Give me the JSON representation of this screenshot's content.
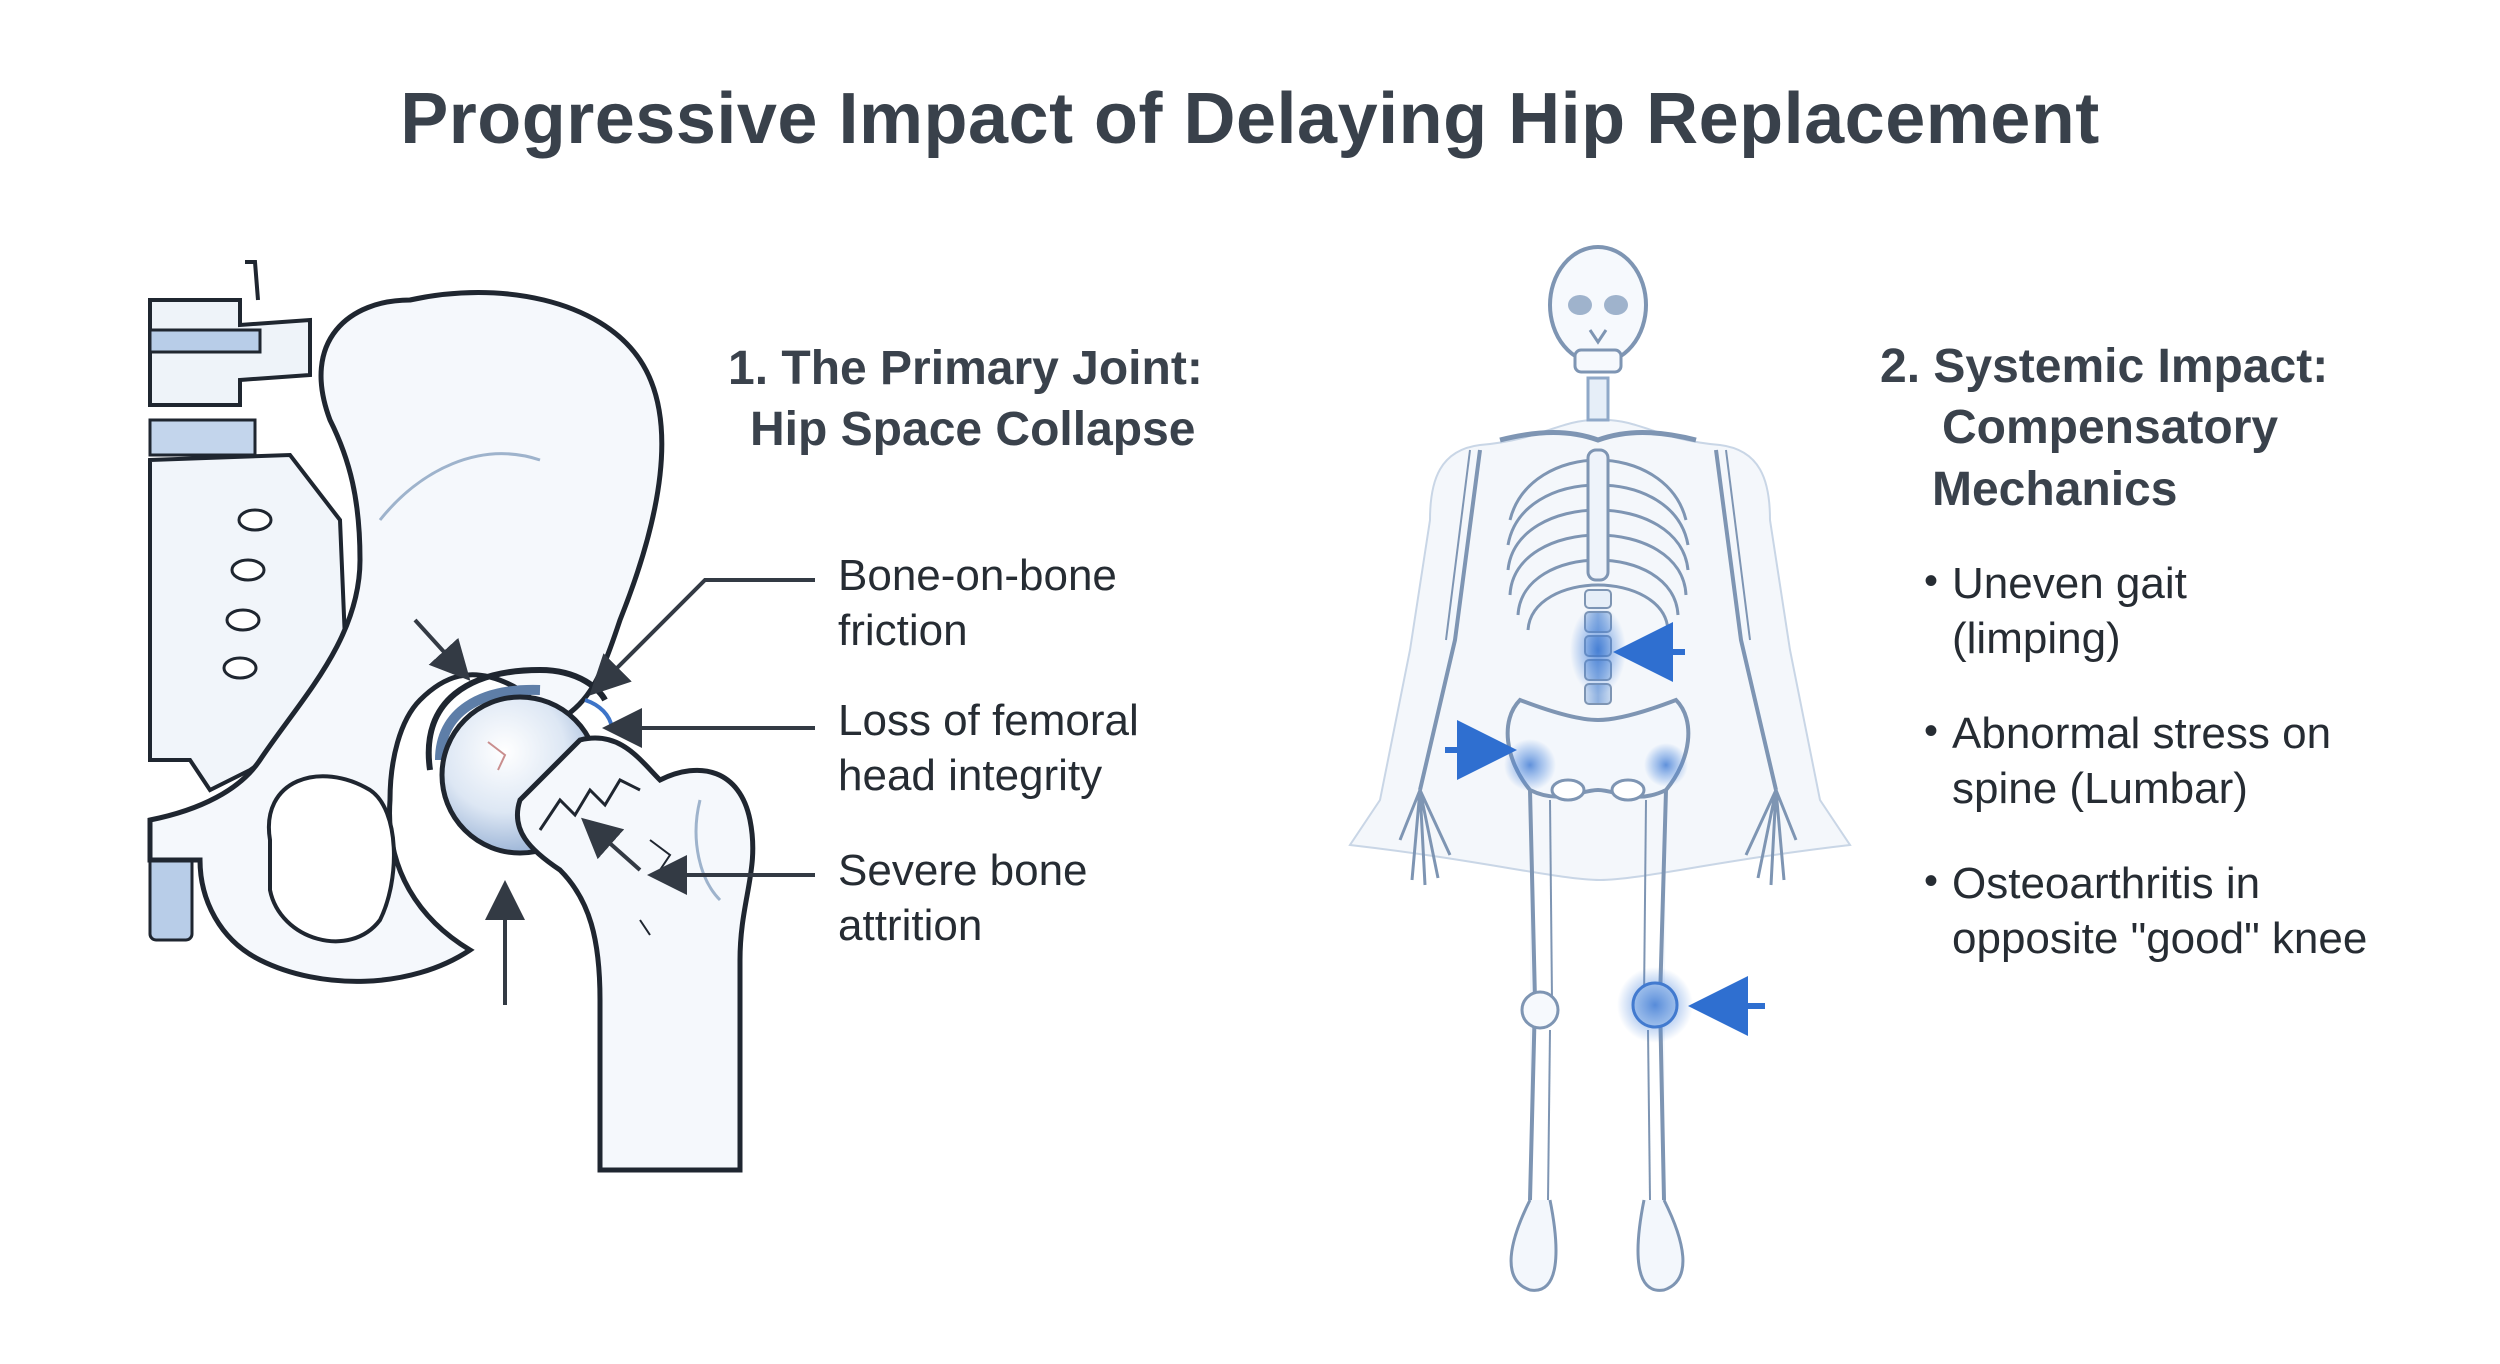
{
  "title": "Progressive Impact of Delaying Hip Replacement",
  "panel1": {
    "heading_line1": "1. The Primary Joint:",
    "heading_line2": "Hip Space Collapse",
    "callouts": [
      {
        "line1": "Bone-on-bone",
        "line2": "friction"
      },
      {
        "line1": "Loss of femoral",
        "line2": "head integrity"
      },
      {
        "line1": "Severe bone",
        "line2": "attrition"
      }
    ]
  },
  "panel2": {
    "heading_line1": "2. Systemic Impact:",
    "heading_line2": "Compensatory",
    "heading_line3": "Mechanics",
    "bullet_symbol": "•",
    "bullets": [
      {
        "line1": "Uneven gait",
        "line2": "(limping)"
      },
      {
        "line1": "Abnormal stress on",
        "line2": "spine (Lumbar)"
      },
      {
        "line1": "Osteoarthritis in",
        "line2": "opposite \"good\" knee"
      }
    ]
  },
  "colors": {
    "bone_fill": "#f4f7fb",
    "bone_stroke": "#1f2630",
    "cartilage": "#6f95c8",
    "highlight": "#2f6fd0",
    "skeleton_line": "#8fa8c8",
    "arrow": "#333a44"
  },
  "icons": [
    "hip-joint-illustration",
    "skeleton-illustration",
    "arrow-icon"
  ]
}
